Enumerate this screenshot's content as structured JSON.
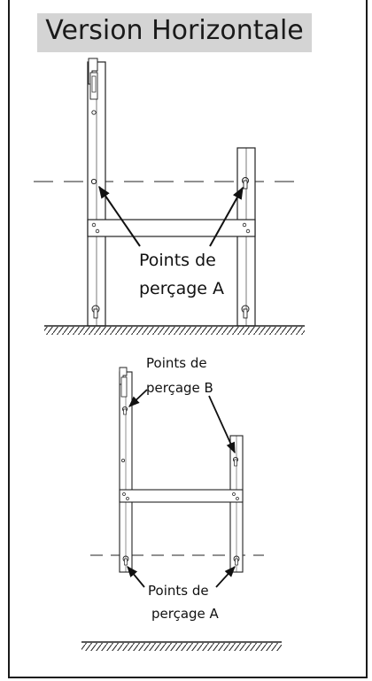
{
  "header": {
    "title": "Version Horizontale"
  },
  "top_diagram": {
    "label_line1": "Points de",
    "label_line2": "perçage A"
  },
  "bottom_diagram": {
    "label_b_line1": "Points de",
    "label_b_line2": "perçage B",
    "label_a_line1": "Points de",
    "label_a_line2": "perçage A"
  }
}
